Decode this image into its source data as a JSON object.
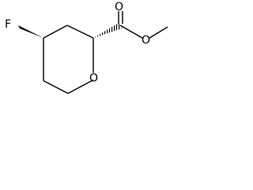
{
  "structure": {
    "atoms": {
      "fluorine": "F",
      "ring_oxygen": "O",
      "carbonyl_oxygen": "O",
      "ester_oxygen": "O"
    }
  },
  "colors": {
    "bond": "#000000",
    "label": "#000000",
    "background": "#ffffff"
  }
}
